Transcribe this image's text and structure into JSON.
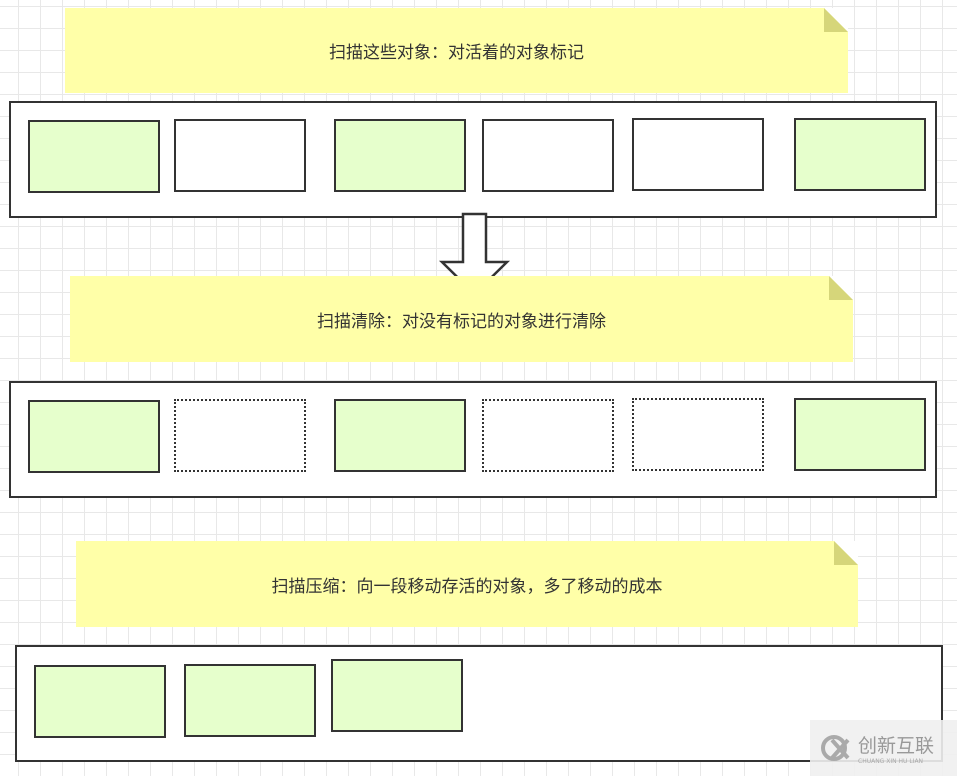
{
  "steps": [
    {
      "label": "扫描这些对象：对活着的对象标记"
    },
    {
      "label": "扫描清除：对没有标记的对象进行清除"
    },
    {
      "label": "扫描压缩：向一段移动存活的对象，多了移动的成本"
    }
  ],
  "watermark": {
    "name": "创新互联",
    "pinyin": "CHUANG XIN HU LIAN"
  },
  "colors": {
    "note": "#ffffa8",
    "live": "#e6ffcc",
    "border": "#333333"
  }
}
